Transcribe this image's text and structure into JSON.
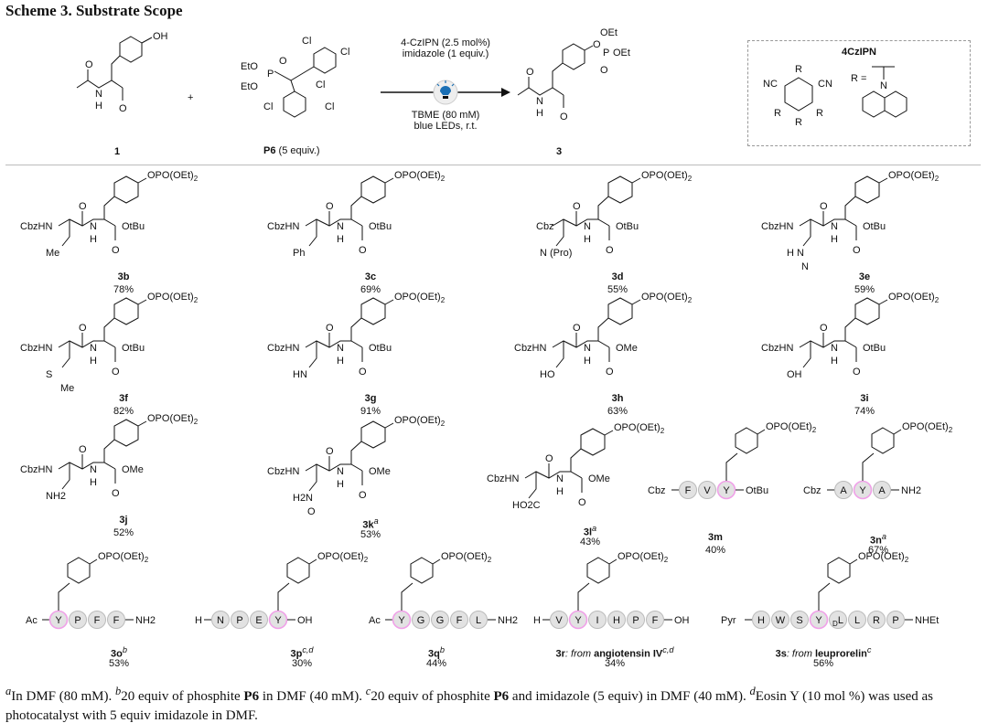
{
  "title": "Scheme 3. Substrate Scope",
  "scheme": {
    "sm_label": "1",
    "plus": "+",
    "reagent_label": "P6",
    "reagent_equiv": "(5 equiv.)",
    "cond_top": [
      "4-CzIPN (2.5 mol%)",
      "imidazole (1 equiv.)"
    ],
    "cond_bottom": [
      "TBME (80 mM)",
      "blue LEDs, r.t."
    ],
    "product_label": "3",
    "catalyst_title": "4CzIPN",
    "r_eq": "R =",
    "atoms": {
      "OH": "OH",
      "O": "O",
      "N": "N",
      "H": "H",
      "P": "P",
      "EtO": "EtO",
      "Cl": "Cl",
      "OEt": "OEt",
      "NC": "NC",
      "CN": "CN",
      "R": "R"
    }
  },
  "phos": "OPO(OEt)2",
  "compounds": [
    {
      "id": "3b",
      "sup": "",
      "yield": "78%",
      "n": "CbzHN",
      "c": "OtBu",
      "side": [
        "Me"
      ]
    },
    {
      "id": "3c",
      "sup": "",
      "yield": "69%",
      "n": "CbzHN",
      "c": "OtBu",
      "side": [
        "Ph"
      ]
    },
    {
      "id": "3d",
      "sup": "",
      "yield": "55%",
      "n": "Cbz",
      "c": "OtBu",
      "side": [
        "N (Pro)"
      ]
    },
    {
      "id": "3e",
      "sup": "",
      "yield": "59%",
      "n": "CbzHN",
      "c": "OtBu",
      "side": [
        "H N",
        "N"
      ]
    },
    {
      "id": "3f",
      "sup": "",
      "yield": "82%",
      "n": "CbzHN",
      "c": "OtBu",
      "side": [
        "S",
        "Me"
      ]
    },
    {
      "id": "3g",
      "sup": "",
      "yield": "91%",
      "n": "CbzHN",
      "c": "OtBu",
      "side": [
        "HN"
      ]
    },
    {
      "id": "3h",
      "sup": "",
      "yield": "63%",
      "n": "CbzHN",
      "c": "OMe",
      "side": [
        "HO"
      ]
    },
    {
      "id": "3i",
      "sup": "",
      "yield": "74%",
      "n": "CbzHN",
      "c": "OtBu",
      "side": [
        "OH"
      ]
    },
    {
      "id": "3j",
      "sup": "",
      "yield": "52%",
      "n": "CbzHN",
      "c": "OMe",
      "side": [
        "NH2"
      ]
    },
    {
      "id": "3k",
      "sup": "a",
      "yield": "53%",
      "n": "CbzHN",
      "c": "OMe",
      "side": [
        "H2N",
        "O"
      ]
    },
    {
      "id": "3l",
      "sup": "a",
      "yield": "43%",
      "n": "CbzHN",
      "c": "OMe",
      "side": [
        "HO2C"
      ]
    }
  ],
  "peptides": [
    {
      "id": "3m",
      "sup": "",
      "yield": "40%",
      "left": "Cbz",
      "beads": [
        "F",
        "V",
        "Y"
      ],
      "right": "OtBu",
      "from": ""
    },
    {
      "id": "3n",
      "sup": "a",
      "yield": "67%",
      "left": "Cbz",
      "beads": [
        "A",
        "Y",
        "A"
      ],
      "right": "NH2",
      "from": ""
    },
    {
      "id": "3o",
      "sup": "b",
      "yield": "53%",
      "left": "Ac",
      "beads": [
        "Y",
        "P",
        "F",
        "F"
      ],
      "right": "NH2",
      "from": ""
    },
    {
      "id": "3p",
      "sup": "c,d",
      "yield": "30%",
      "left": "H",
      "beads": [
        "N",
        "P",
        "E",
        "Y"
      ],
      "right": "OH",
      "from": ""
    },
    {
      "id": "3q",
      "sup": "b",
      "yield": "44%",
      "left": "Ac",
      "beads": [
        "Y",
        "G",
        "G",
        "F",
        "L"
      ],
      "right": "NH2",
      "from": ""
    },
    {
      "id": "3r",
      "sup": "c,d",
      "yield": "34%",
      "left": "H",
      "beads": [
        "V",
        "Y",
        "I",
        "H",
        "P",
        "F"
      ],
      "right": "OH",
      "from": ": from angiotensin IV"
    },
    {
      "id": "3s",
      "sup": "c",
      "yield": "56%",
      "left": "Pyr",
      "beads": [
        "H",
        "W",
        "S",
        "Y",
        "DL",
        "L",
        "R",
        "P"
      ],
      "right": "NHEt",
      "from": ": from leuprorelin"
    }
  ],
  "footnote": "aIn DMF (80 mM). b20 equiv of phosphite P6 in DMF (40 mM). c20 equiv of phosphite P6 and imidazole (5 equiv) in DMF (40 mM). dEosin Y (10 mol %) was used as photocatalyst with 5 equiv imidazole in DMF.",
  "colors": {
    "tyr": "#f0a0e8",
    "bead": "#e2e2e2",
    "led": "#1a6fb5"
  }
}
